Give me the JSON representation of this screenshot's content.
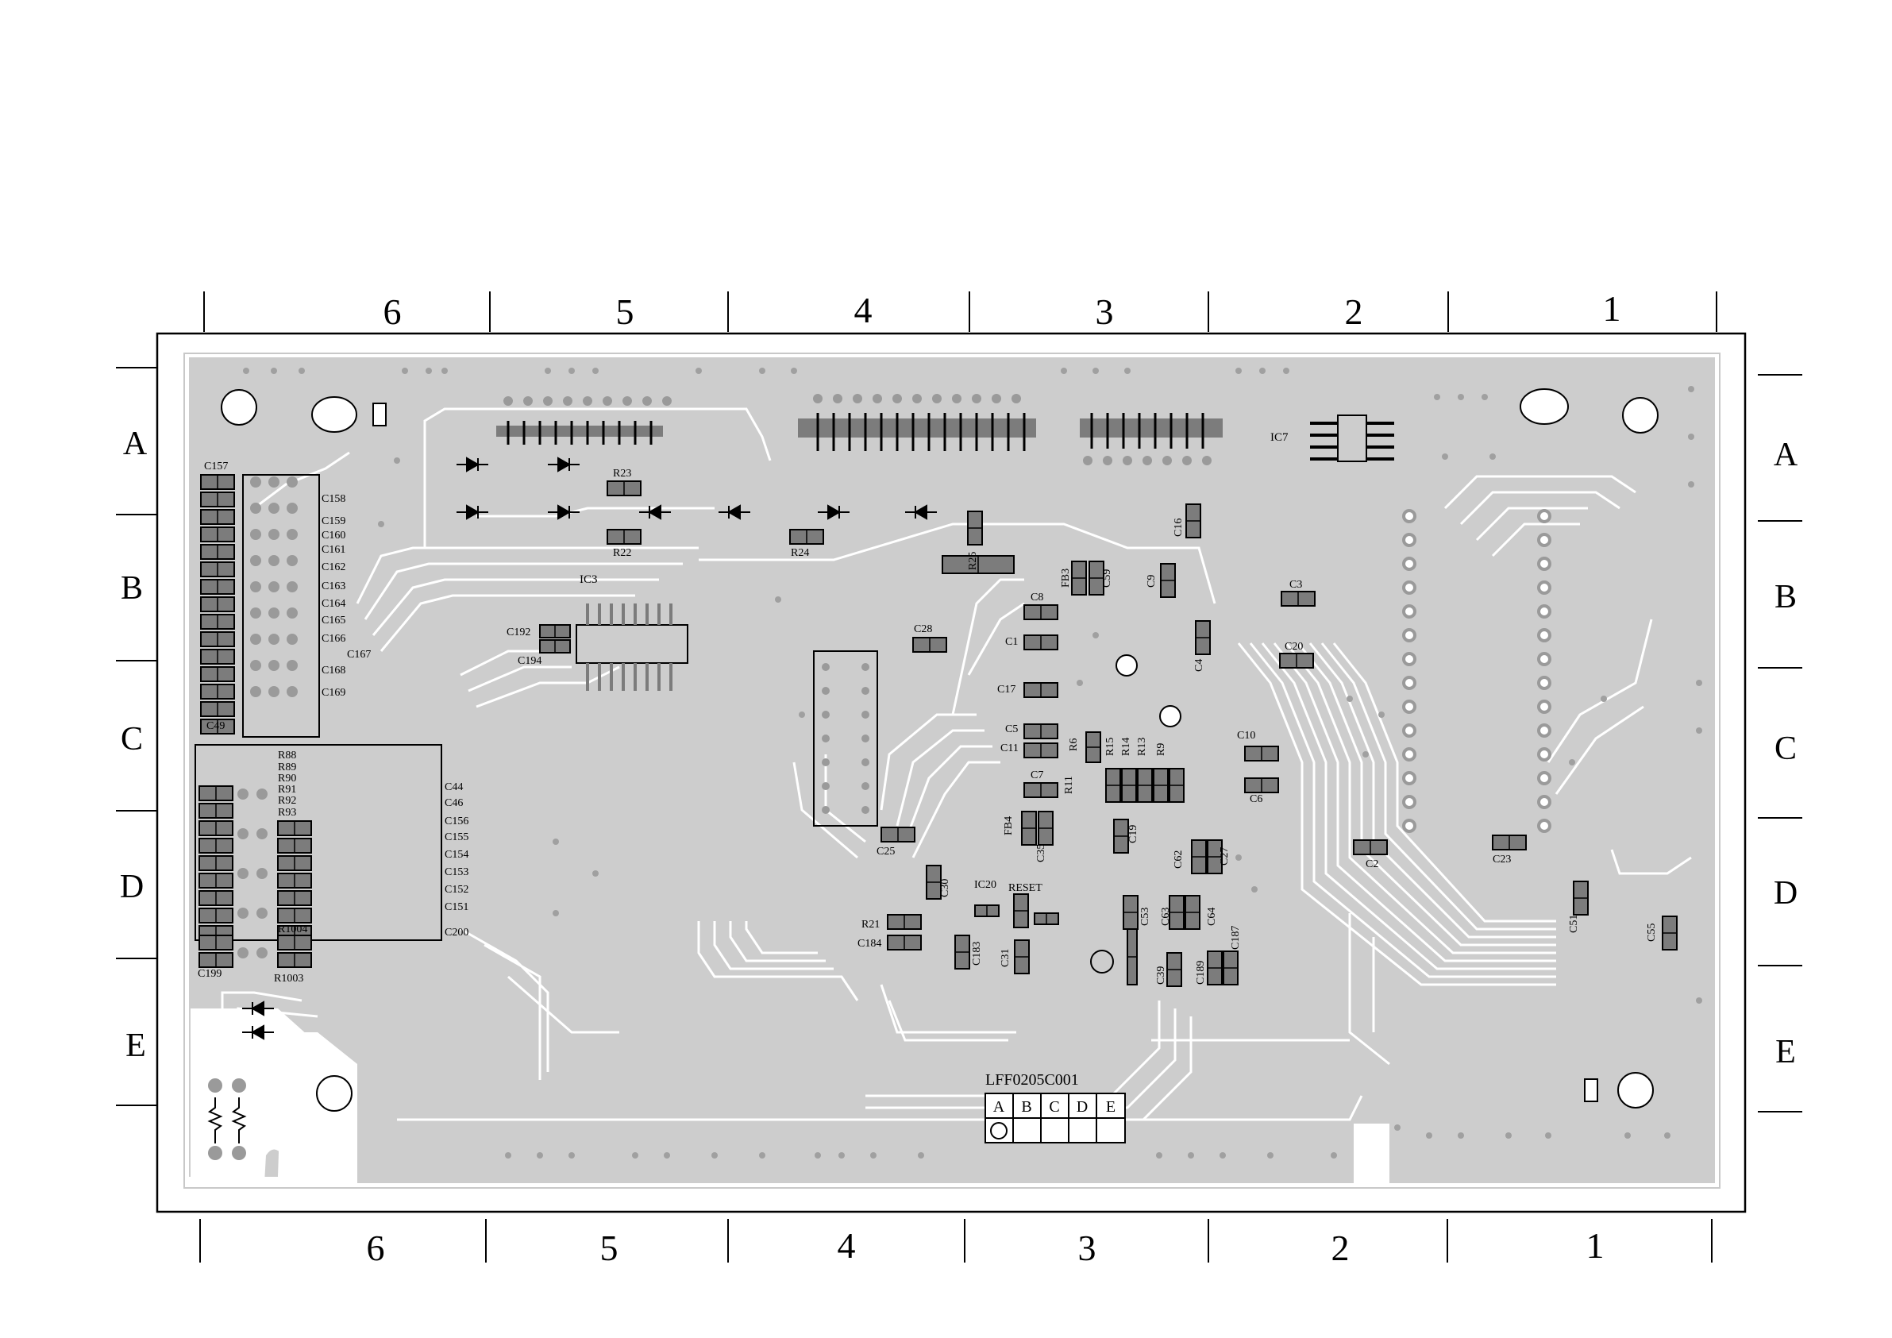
{
  "board": {
    "part_number": "LFF0205C001",
    "colors": {
      "board_fill": "#cdcdcd",
      "trace": "#ffffff",
      "part": "#7c7c7c",
      "pad": "#9a9a9a",
      "outline": "#000000"
    },
    "grid": {
      "top_numbers": [
        "6",
        "5",
        "4",
        "3",
        "2",
        "1"
      ],
      "bottom_numbers": [
        "6",
        "5",
        "4",
        "3",
        "2",
        "1"
      ],
      "left_letters": [
        "A",
        "B",
        "C",
        "D",
        "E"
      ],
      "right_letters": [
        "A",
        "B",
        "C",
        "D",
        "E"
      ],
      "revision_table": [
        "A",
        "B",
        "C",
        "D",
        "E"
      ]
    },
    "labels": {
      "IC3": "IC3",
      "IC7": "IC7",
      "IC20": "IC20",
      "RESET": "RESET",
      "C157": "C157",
      "C49": "C49",
      "C199": "C199",
      "C158": "C158",
      "C159": "C159",
      "C160": "C160",
      "C161": "C161",
      "C162": "C162",
      "C163": "C163",
      "C164": "C164",
      "C165": "C165",
      "C166": "C166",
      "C167": "C167",
      "C168": "C168",
      "C169": "C169",
      "C44": "C44",
      "C46": "C46",
      "C156": "C156",
      "C155": "C155",
      "C154": "C154",
      "C153": "C153",
      "C152": "C152",
      "C151": "C151",
      "C200": "C200",
      "R88": "R88",
      "R89": "R89",
      "R90": "R90",
      "R91": "R91",
      "R92": "R92",
      "R93": "R93",
      "R1004": "R1004",
      "R1003": "R1003",
      "R23": "R23",
      "R22": "R22",
      "R24": "R24",
      "R25": "R25",
      "R21": "R21",
      "C192": "C192",
      "C194": "C194",
      "C28": "C28",
      "C25": "C25",
      "C184": "C184",
      "C183": "C183",
      "C30": "C30",
      "C31": "C31",
      "C8": "C8",
      "C1": "C1",
      "C17": "C17",
      "C5": "C5",
      "C11": "C11",
      "C7": "C7",
      "FB3": "FB3",
      "C59": "C59",
      "C9": "C9",
      "FB4": "FB4",
      "C35": "C35",
      "R6": "R6",
      "R11": "R11",
      "R15": "R15",
      "R14": "R14",
      "R13": "R13",
      "R9": "R9",
      "C19": "C19",
      "C62": "C62",
      "C27": "C27",
      "C53": "C53",
      "C63": "C63",
      "C64": "C64",
      "C187": "C187",
      "C189": "C189",
      "C39": "C39",
      "C16": "C16",
      "C4": "C4",
      "C3": "C3",
      "C20": "C20",
      "C10": "C10",
      "C6": "C6",
      "C2": "C2",
      "C23": "C23",
      "C51": "C51",
      "C55": "C55"
    }
  }
}
